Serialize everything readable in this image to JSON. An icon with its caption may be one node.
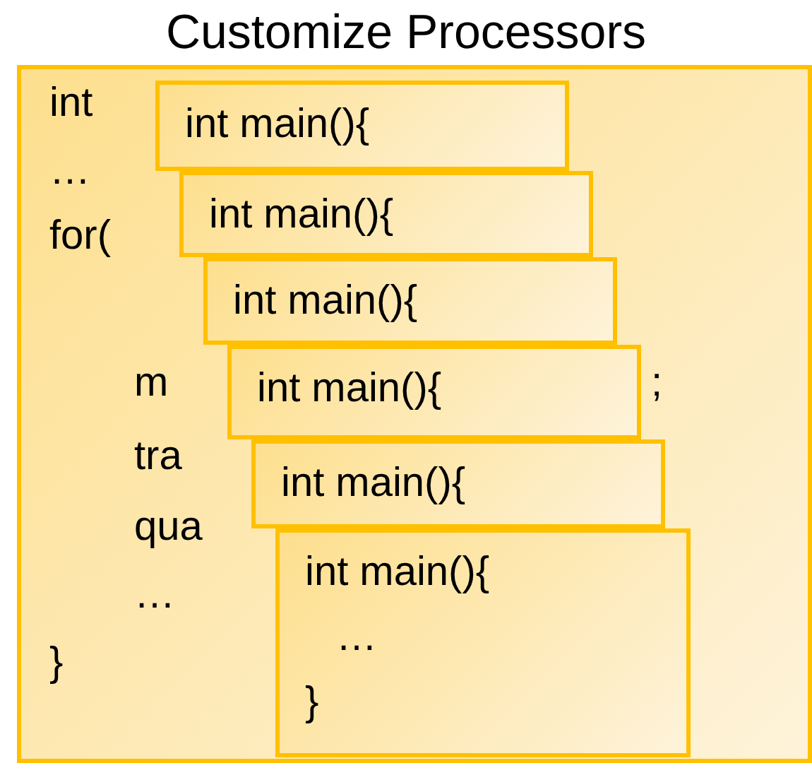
{
  "diagram": {
    "title": "Customize Processors",
    "nodes": [
      {
        "text": [
          "int",
          "…",
          "for(",
          "m",
          ";",
          "tra",
          "qua",
          "…",
          "}"
        ]
      },
      {
        "text": [
          "int main(){"
        ],
        "in": 0
      },
      {
        "text": [
          "int main(){"
        ],
        "in": 0
      },
      {
        "text": [
          "int main(){"
        ],
        "in": 0
      },
      {
        "text": [
          "int main(){"
        ],
        "in": 0
      },
      {
        "text": [
          "int main(){"
        ],
        "in": 0
      },
      {
        "text": [
          "int main(){",
          "…",
          "}"
        ],
        "in": 0
      }
    ]
  }
}
